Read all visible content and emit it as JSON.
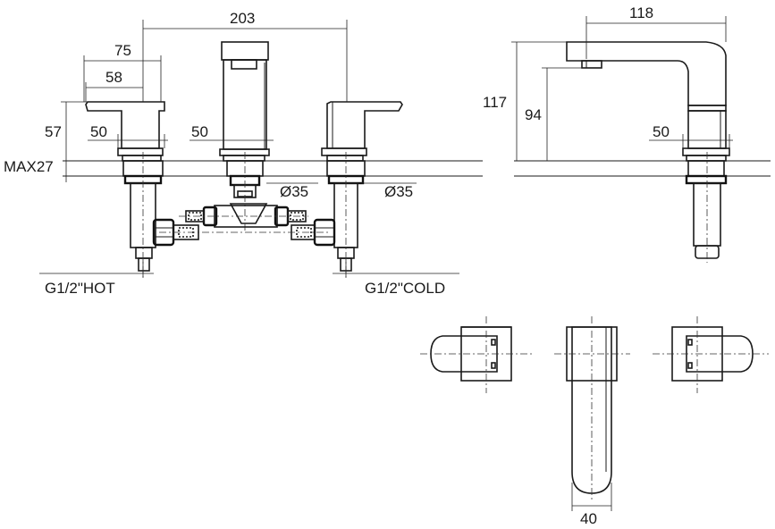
{
  "dimensions": {
    "overall_width": "203",
    "lever_width_outer": "75",
    "lever_width_inner": "58",
    "lever_height": "57",
    "base_left": "50",
    "base_center": "50",
    "base_right_view": "50",
    "max_deck": "MAX27",
    "diameter_center": "Ø35",
    "diameter_right": "Ø35",
    "spout_reach": "118",
    "spout_height": "117",
    "outlet_height": "94",
    "top_spout_width": "40"
  },
  "connections": {
    "hot": "G1/2\"HOT",
    "cold": "G1/2\"COLD"
  }
}
